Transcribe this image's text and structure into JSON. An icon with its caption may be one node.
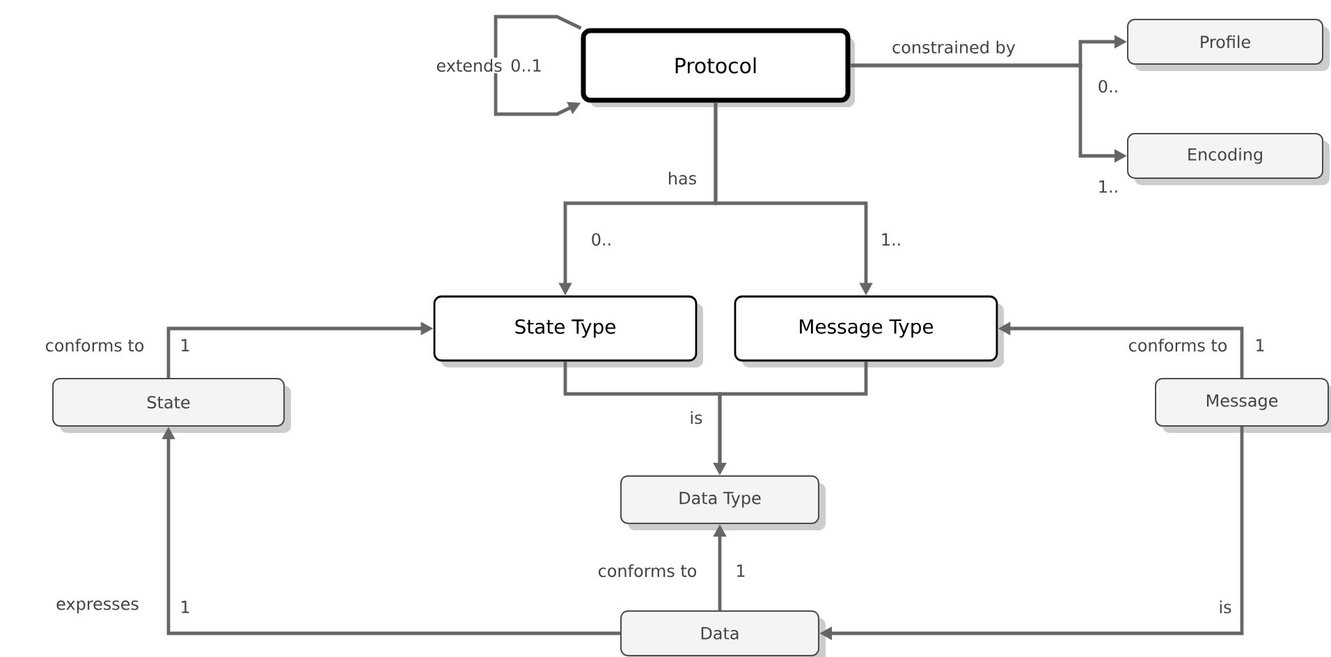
{
  "diagram": {
    "nodes": [
      {
        "text": [
          "Protocol"
        ]
      },
      {
        "text": [
          "Profile"
        ]
      },
      {
        "text": [
          "Encoding"
        ]
      },
      {
        "text": [
          "State Type"
        ]
      },
      {
        "text": [
          "Message Type"
        ]
      },
      {
        "text": [
          "State"
        ]
      },
      {
        "text": [
          "Message"
        ]
      },
      {
        "text": [
          "Data Type"
        ]
      },
      {
        "text": [
          "Data"
        ]
      }
    ],
    "edges": [
      {
        "from": 0,
        "to": 0,
        "arrow": "to",
        "label": "extends"
      },
      {
        "from": 0,
        "to": 1,
        "arrow": "to",
        "label": "constrained by"
      },
      {
        "from": 0,
        "to": 2,
        "arrow": "to"
      },
      {
        "from": 0,
        "to": 3,
        "arrow": "to",
        "label": "has"
      },
      {
        "from": 0,
        "to": 4,
        "arrow": "to"
      },
      {
        "from": 5,
        "to": 3,
        "arrow": "to",
        "label": "conforms to"
      },
      {
        "from": 6,
        "to": 4,
        "arrow": "to",
        "label": "conforms to"
      },
      {
        "from": 3,
        "to": 7,
        "arrow": "to",
        "label": "is"
      },
      {
        "from": 4,
        "to": 7,
        "arrow": "to"
      },
      {
        "from": 8,
        "to": 7,
        "arrow": "to",
        "label": "conforms to"
      },
      {
        "from": 8,
        "to": 5,
        "arrow": "to",
        "label": "expresses"
      },
      {
        "from": 6,
        "to": 8,
        "arrow": "to",
        "label": "is"
      }
    ],
    "labels": [
      "0..1",
      "0..",
      "1..",
      "0..",
      "1..",
      "1",
      "1",
      "1",
      "1"
    ]
  }
}
